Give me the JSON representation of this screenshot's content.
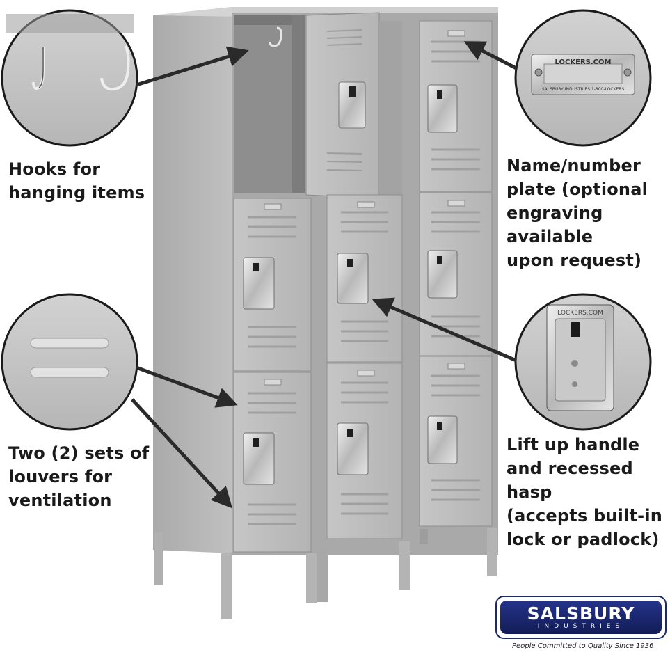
{
  "captions": {
    "hooks": "Hooks for\nhanging items",
    "nameplate": "Name/number\nplate (optional\nengraving available\nupon request)",
    "louvers": "Two (2) sets of\nlouvers for\nventilation",
    "handle": "Lift up handle\nand recessed hasp\n(accepts built-in\nlock or padlock)"
  },
  "plate": {
    "top_text": "LOCKERS.COM",
    "bottom_text": "SALSBURY INDUSTRIES   1-800-LOCKERS"
  },
  "handle_callout_text": "LOCKERS.COM",
  "brand": {
    "name": "SALSBURY",
    "sub": "INDUSTRIES",
    "tagline": "People Committed to Quality Since 1936"
  },
  "colors": {
    "locker": "#bcbcbc",
    "locker_dark": "#8f8f8f",
    "brand_blue": "#1b2b6a"
  },
  "icons": [
    "hook-icon",
    "nameplate-icon",
    "louver-icon",
    "handle-hasp-icon",
    "arrow-icon"
  ]
}
